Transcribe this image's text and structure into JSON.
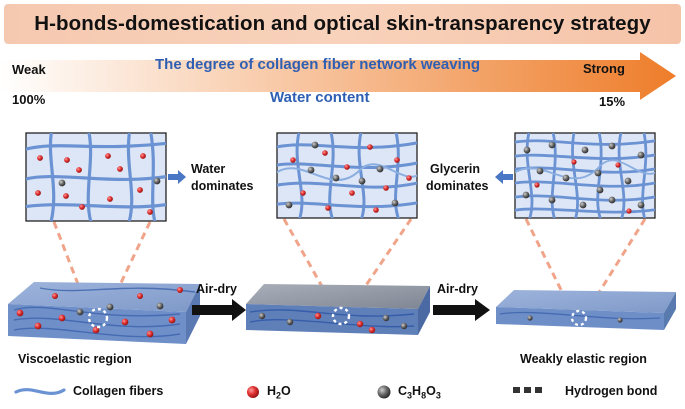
{
  "title": "H-bonds-domestication and optical skin-transparency strategy",
  "gradient_arrow": {
    "left_label": "Weak",
    "right_label": "Strong",
    "top_caption": "The degree of collagen fiber network weaving",
    "left_value": "100%",
    "right_value": "15%",
    "bottom_caption": "Water content",
    "start_color": "#ffffff",
    "end_color": "#ee7d2a"
  },
  "panels": {
    "left_note": [
      "Water",
      "dominates"
    ],
    "right_note": [
      "Glycerin",
      "dominates"
    ]
  },
  "process": {
    "step_label_1": "Air-dry",
    "step_label_2": "Air-dry",
    "left_region": "Viscoelastic region",
    "right_region": "Weakly elastic region"
  },
  "legend": {
    "fibers": "Collagen fibers",
    "water_base": "H",
    "water_sub": "2",
    "water_tail": "O",
    "glycerol_c": "C",
    "glycerol_c_sub": "3",
    "glycerol_h": "H",
    "glycerol_h_sub": "8",
    "glycerol_o": "O",
    "glycerol_o_sub": "3",
    "hbond": "Hydrogen bond"
  },
  "colors": {
    "fiber": "#6b93d3",
    "panel_bg": "#dbe5f5",
    "water": "#d92a2a",
    "glycerol": "#4a4a4a",
    "accent_blue": "#2f5fb3",
    "dashed_line": "#f0a48a"
  }
}
